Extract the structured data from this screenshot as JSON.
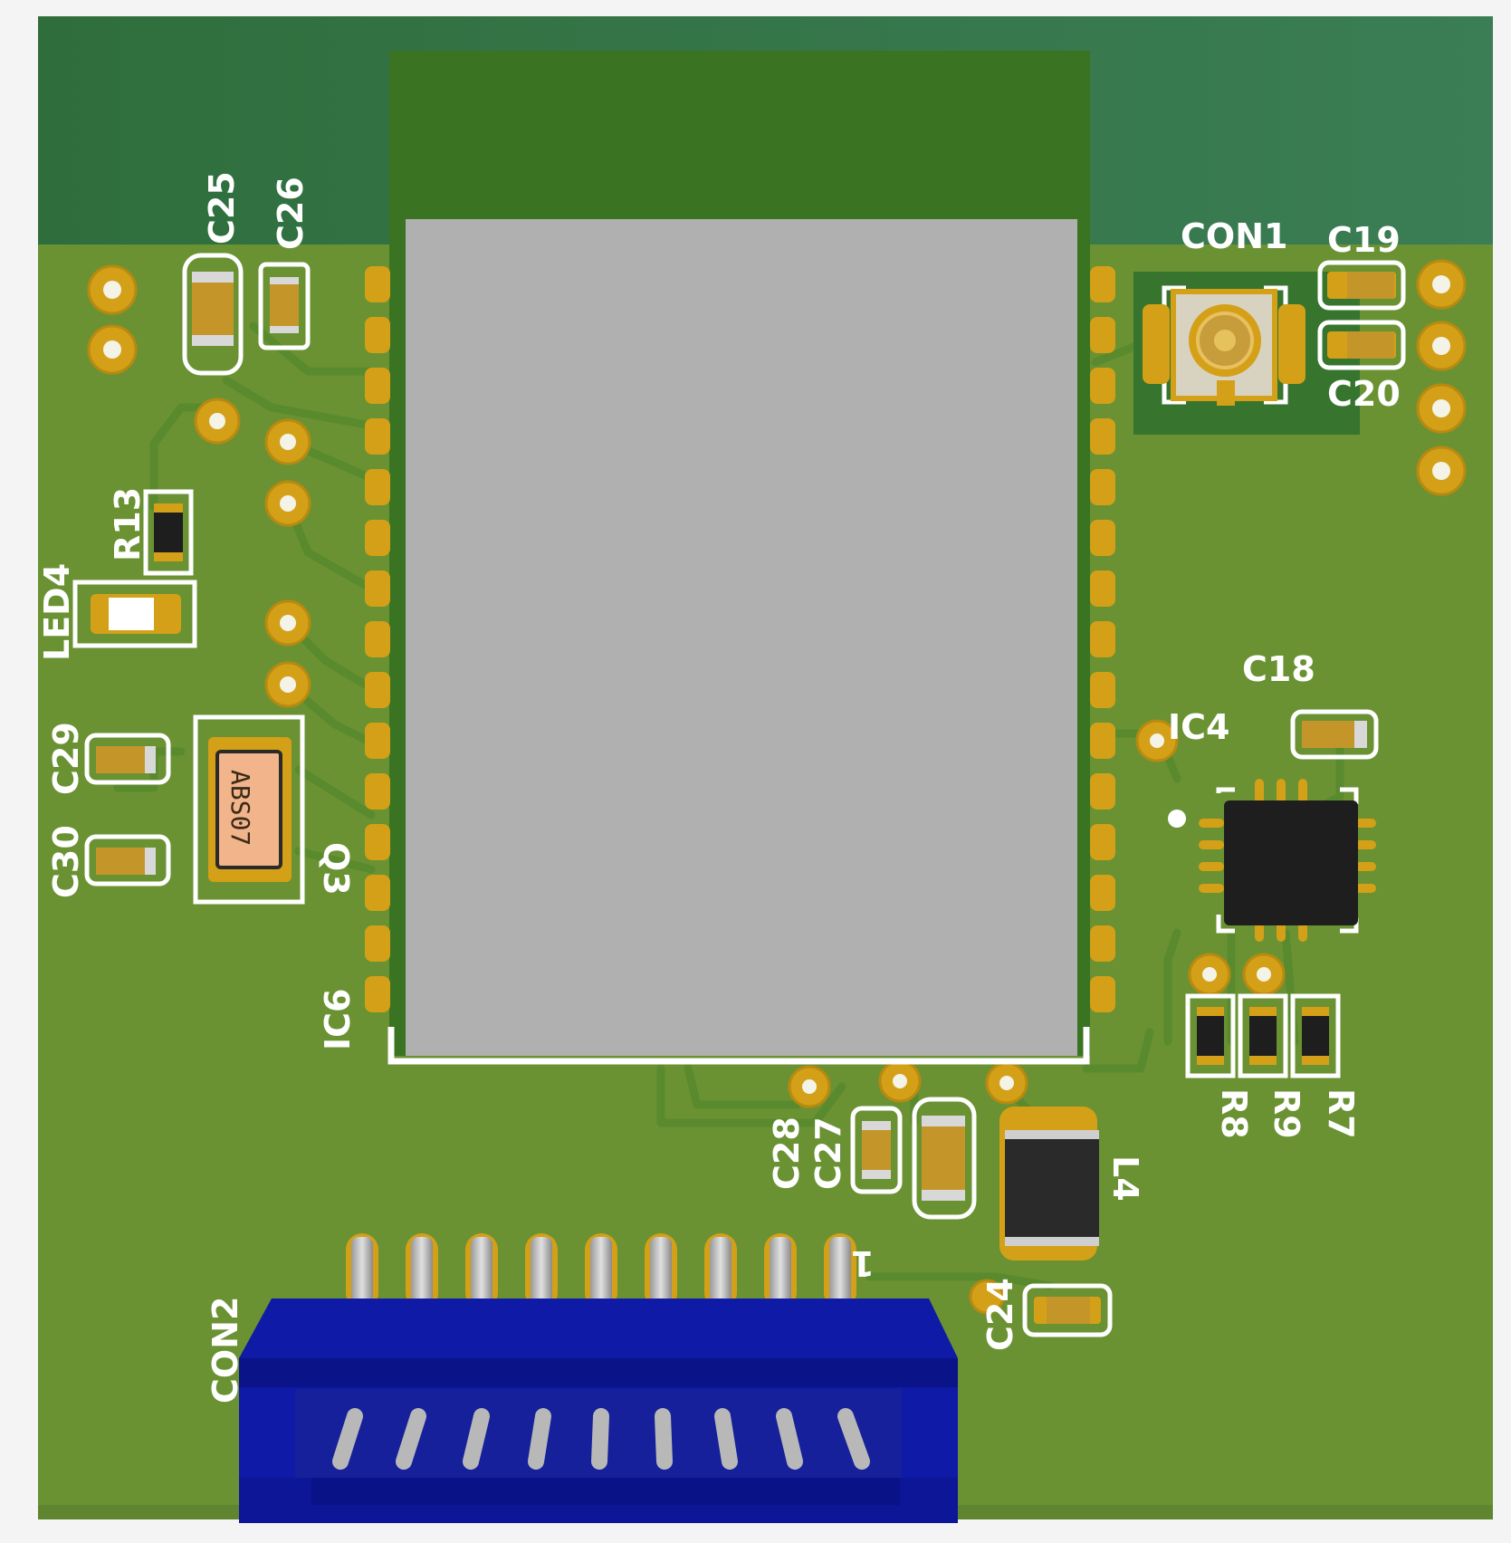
{
  "colors": {
    "background": "#f4f4f4",
    "board": "#6a9233",
    "board_top": "#337850",
    "trace": "#5a8a2e",
    "pad": "#d4a017",
    "module_shield": "#b0b0b0",
    "module_pcb": "#3a7422",
    "connector": "#0f1aa6",
    "silkscreen": "#ffffff",
    "crystal": "#f2b48a",
    "ic_body": "#1e1e1e"
  },
  "labels": {
    "c25": "C25",
    "c26": "C26",
    "r13": "R13",
    "led4": "LED4",
    "c29": "C29",
    "c30": "C30",
    "q3": "Q3",
    "crystal_marking": "ABS07",
    "ic6": "IC6",
    "con1": "CON1",
    "c19": "C19",
    "c20": "C20",
    "c18": "C18",
    "ic4": "IC4",
    "r8": "R8",
    "r9": "R9",
    "r7": "R7",
    "c28": "C28",
    "c27": "C27",
    "l4": "L4",
    "c24": "C24",
    "con2": "CON2",
    "pin1": "1"
  }
}
